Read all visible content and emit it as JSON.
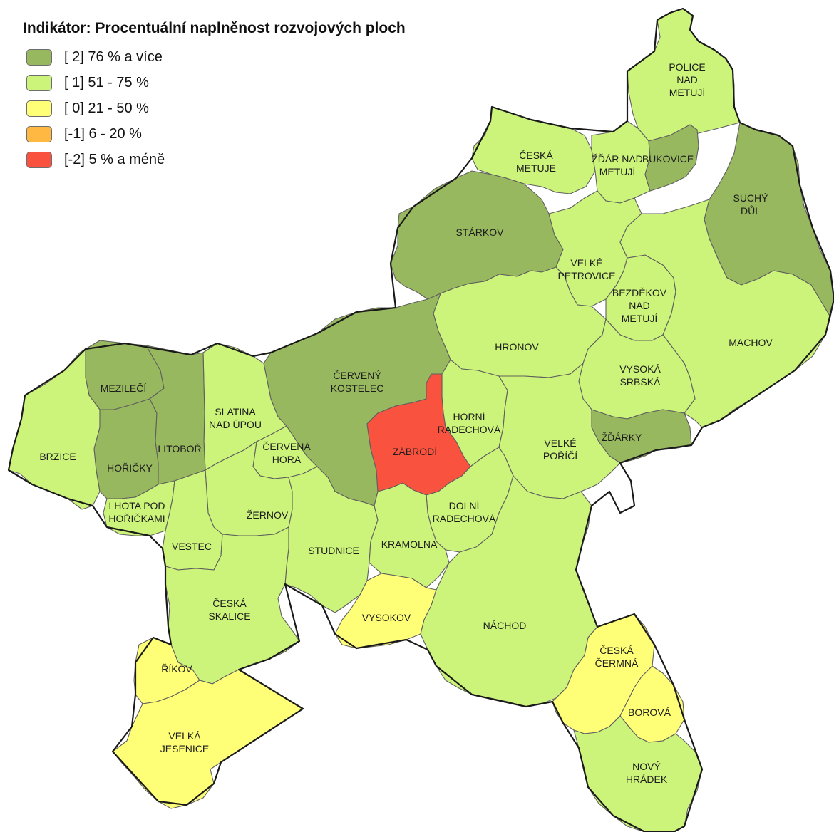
{
  "legend": {
    "title": "Indikátor: Procentuální naplněnost rozvojových ploch",
    "items": [
      {
        "code": 2,
        "label": "[ 2] 76 % a více",
        "color": "#98b85f"
      },
      {
        "code": 1,
        "label": "[ 1] 51 - 75 %",
        "color": "#ccf47a"
      },
      {
        "code": 0,
        "label": "[ 0] 21 - 50 %",
        "color": "#ffff77"
      },
      {
        "code": -1,
        "label": "[-1] 6 - 20 %",
        "color": "#ffb841"
      },
      {
        "code": -2,
        "label": "[-2] 5 % a méně",
        "color": "#f9533f"
      }
    ]
  },
  "municipalities": [
    {
      "id": "police",
      "name": [
        "POLICE",
        "NAD",
        "METUJÍ"
      ],
      "class": 1
    },
    {
      "id": "ceska-metuje",
      "name": [
        "ČESKÁ",
        "METUJE"
      ],
      "class": 1
    },
    {
      "id": "zdar-nad-metuji",
      "name": [
        "ŽĎÁR NAD",
        "METUJÍ"
      ],
      "class": 1
    },
    {
      "id": "bukovice",
      "name": [
        "BUKOVICE"
      ],
      "class": 2
    },
    {
      "id": "suchy-dul",
      "name": [
        "SUCHÝ",
        "DŮL"
      ],
      "class": 2
    },
    {
      "id": "starkov",
      "name": [
        "STÁRKOV"
      ],
      "class": 2
    },
    {
      "id": "velke-petrovice",
      "name": [
        "VELKÉ",
        "PETROVICE"
      ],
      "class": 1
    },
    {
      "id": "bezdekov",
      "name": [
        "BEZDĚKOV",
        "NAD",
        "METUJÍ"
      ],
      "class": 1
    },
    {
      "id": "hronov",
      "name": [
        "HRONOV"
      ],
      "class": 1
    },
    {
      "id": "machov",
      "name": [
        "MACHOV"
      ],
      "class": 1
    },
    {
      "id": "vysoka-srbska",
      "name": [
        "VYSOKÁ",
        "SRBSKÁ"
      ],
      "class": 1
    },
    {
      "id": "cerveny-kostelec",
      "name": [
        "ČERVENÝ",
        "KOSTELEC"
      ],
      "class": 2
    },
    {
      "id": "mezileci",
      "name": [
        "MEZILEČÍ"
      ],
      "class": 2
    },
    {
      "id": "slatina",
      "name": [
        "SLATINA",
        "NAD ÚPOU"
      ],
      "class": 1
    },
    {
      "id": "horni-radechova",
      "name": [
        "HORNÍ",
        "RADECHOVÁ"
      ],
      "class": 1
    },
    {
      "id": "zdarky",
      "name": [
        "ŽĎÁRKY"
      ],
      "class": 2
    },
    {
      "id": "brzice",
      "name": [
        "BRZICE"
      ],
      "class": 1
    },
    {
      "id": "horicky",
      "name": [
        "HOŘIČKY"
      ],
      "class": 2
    },
    {
      "id": "litobor",
      "name": [
        "LITOBOŘ"
      ],
      "class": 2
    },
    {
      "id": "cervena-hora",
      "name": [
        "ČERVENÁ",
        "HORA"
      ],
      "class": 1
    },
    {
      "id": "zabrodi",
      "name": [
        "ZÁBRODÍ"
      ],
      "class": -2
    },
    {
      "id": "velke-porici",
      "name": [
        "VELKÉ",
        "POŘÍČÍ"
      ],
      "class": 1
    },
    {
      "id": "lhota",
      "name": [
        "LHOTA POD",
        "HOŘIČKAMI"
      ],
      "class": 1
    },
    {
      "id": "zernov",
      "name": [
        "ŽERNOV"
      ],
      "class": 1
    },
    {
      "id": "dolni-radechova",
      "name": [
        "DOLNÍ",
        "RADECHOVÁ"
      ],
      "class": 1
    },
    {
      "id": "vestec",
      "name": [
        "VESTEC"
      ],
      "class": 1
    },
    {
      "id": "studnice",
      "name": [
        "STUDNICE"
      ],
      "class": 1
    },
    {
      "id": "kramolna",
      "name": [
        "KRAMOLNA"
      ],
      "class": 1
    },
    {
      "id": "ceska-skalice",
      "name": [
        "ČESKÁ",
        "SKALICE"
      ],
      "class": 1
    },
    {
      "id": "vysokov",
      "name": [
        "VYSOKOV"
      ],
      "class": 0
    },
    {
      "id": "nachod",
      "name": [
        "NÁCHOD"
      ],
      "class": 1
    },
    {
      "id": "ceska-cermna",
      "name": [
        "ČESKÁ",
        "ČERMNÁ"
      ],
      "class": 0
    },
    {
      "id": "rikov",
      "name": [
        "ŘÍKOV"
      ],
      "class": 0
    },
    {
      "id": "borova",
      "name": [
        "BOROVÁ"
      ],
      "class": 0
    },
    {
      "id": "velka-jesenice",
      "name": [
        "VELKÁ",
        "JESENICE"
      ],
      "class": 0
    },
    {
      "id": "novy-hradek",
      "name": [
        "NOVÝ",
        "HRÁDEK"
      ],
      "class": 1
    }
  ]
}
